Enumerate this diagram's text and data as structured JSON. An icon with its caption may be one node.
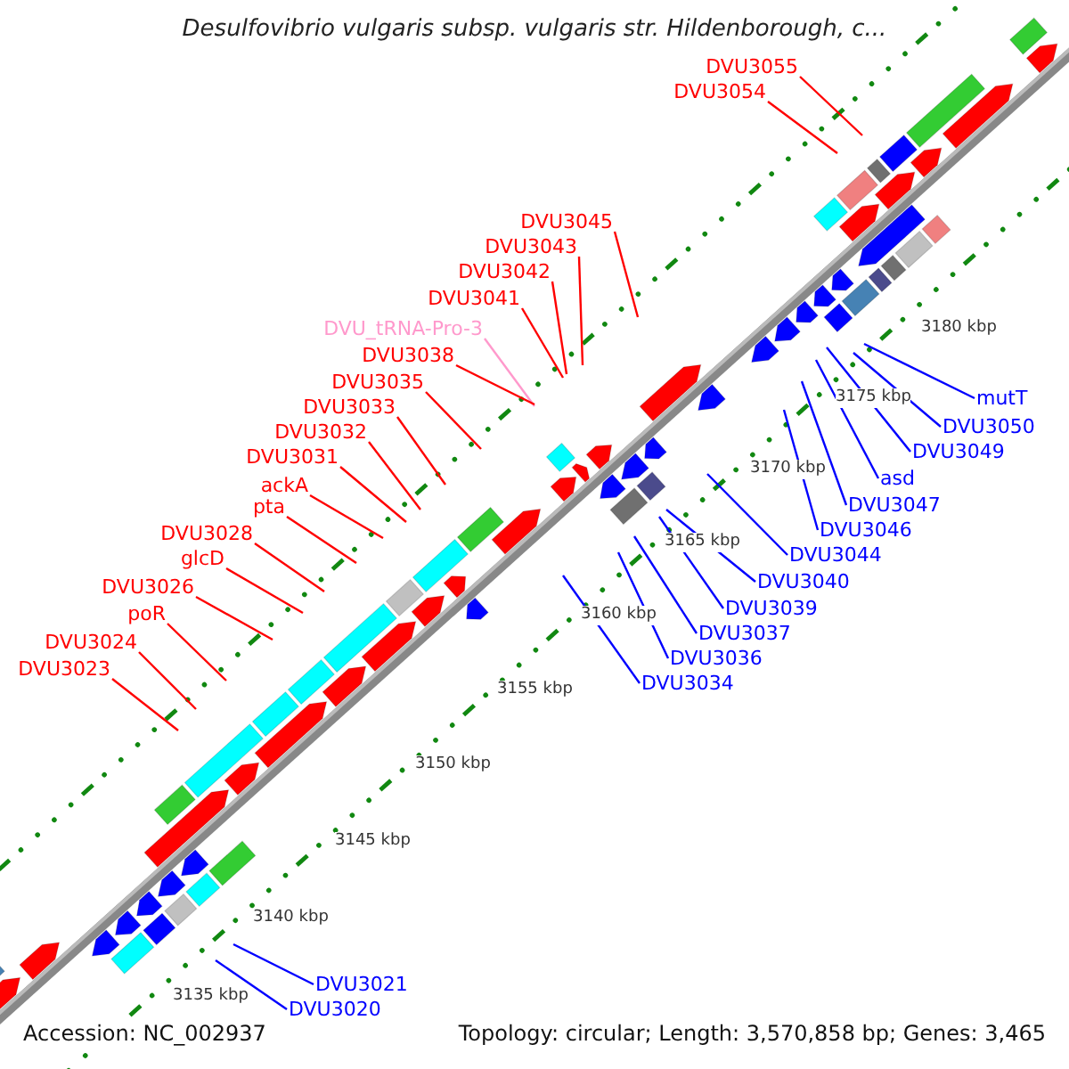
{
  "diagram": {
    "title": "Desulfovibrio vulgaris subsp. vulgaris str. Hildenborough, c...",
    "nodes": [
      {
        "text": [
          "DVU3055"
        ]
      },
      {
        "text": [
          "DVU3054"
        ]
      },
      {
        "text": [
          "DVU3045"
        ]
      },
      {
        "text": [
          "DVU3043"
        ]
      },
      {
        "text": [
          "DVU3042"
        ]
      },
      {
        "text": [
          "DVU3041"
        ]
      },
      {
        "text": [
          "DVU_tRNA-Pro-3"
        ]
      },
      {
        "text": [
          "DVU3038"
        ]
      },
      {
        "text": [
          "DVU3035"
        ]
      },
      {
        "text": [
          "DVU3033"
        ]
      },
      {
        "text": [
          "DVU3032"
        ]
      },
      {
        "text": [
          "DVU3031"
        ]
      },
      {
        "text": [
          "ackA"
        ]
      },
      {
        "text": [
          "pta"
        ]
      },
      {
        "text": [
          "DVU3028"
        ]
      },
      {
        "text": [
          "glcD"
        ]
      },
      {
        "text": [
          "DVU3026"
        ]
      },
      {
        "text": [
          "poR"
        ]
      },
      {
        "text": [
          "DVU3024"
        ]
      },
      {
        "text": [
          "DVU3023"
        ]
      },
      {
        "text": [
          "mutT"
        ]
      },
      {
        "text": [
          "DVU3050"
        ]
      },
      {
        "text": [
          "DVU3049"
        ]
      },
      {
        "text": [
          "asd"
        ]
      },
      {
        "text": [
          "DVU3047"
        ]
      },
      {
        "text": [
          "DVU3046"
        ]
      },
      {
        "text": [
          "DVU3044"
        ]
      },
      {
        "text": [
          "DVU3040"
        ]
      },
      {
        "text": [
          "DVU3039"
        ]
      },
      {
        "text": [
          "DVU3037"
        ]
      },
      {
        "text": [
          "DVU3036"
        ]
      },
      {
        "text": [
          "DVU3034"
        ]
      },
      {
        "text": [
          "DVU3021"
        ]
      },
      {
        "text": [
          "DVU3020"
        ]
      }
    ],
    "edges": [
      {
        "from": 0,
        "to": null,
        "arrow": "none"
      },
      {
        "from": 1,
        "to": null,
        "arrow": "none"
      },
      {
        "from": 2,
        "to": null,
        "arrow": "none"
      },
      {
        "from": 3,
        "to": null,
        "arrow": "none"
      },
      {
        "from": 4,
        "to": null,
        "arrow": "none"
      },
      {
        "from": 5,
        "to": null,
        "arrow": "none"
      },
      {
        "from": 6,
        "to": null,
        "arrow": "none",
        "color": "#ff99cc"
      },
      {
        "from": 7,
        "to": null,
        "arrow": "none"
      },
      {
        "from": 8,
        "to": null,
        "arrow": "none"
      },
      {
        "from": 9,
        "to": null,
        "arrow": "none"
      },
      {
        "from": 10,
        "to": null,
        "arrow": "none"
      },
      {
        "from": 11,
        "to": null,
        "arrow": "none"
      },
      {
        "from": 12,
        "to": null,
        "arrow": "none"
      },
      {
        "from": 13,
        "to": null,
        "arrow": "none"
      },
      {
        "from": 14,
        "to": null,
        "arrow": "none"
      },
      {
        "from": 15,
        "to": null,
        "arrow": "none"
      },
      {
        "from": 16,
        "to": null,
        "arrow": "none"
      },
      {
        "from": 17,
        "to": null,
        "arrow": "none"
      },
      {
        "from": 18,
        "to": null,
        "arrow": "none"
      },
      {
        "from": 19,
        "to": null,
        "arrow": "none"
      },
      {
        "from": 20,
        "to": null,
        "arrow": "none",
        "color": "#0000ff"
      },
      {
        "from": 21,
        "to": null,
        "arrow": "none",
        "color": "#0000ff"
      },
      {
        "from": 22,
        "to": null,
        "arrow": "none",
        "color": "#0000ff"
      },
      {
        "from": 23,
        "to": null,
        "arrow": "none",
        "color": "#0000ff"
      },
      {
        "from": 24,
        "to": null,
        "arrow": "none",
        "color": "#0000ff"
      },
      {
        "from": 25,
        "to": null,
        "arrow": "none",
        "color": "#0000ff"
      },
      {
        "from": 26,
        "to": null,
        "arrow": "none",
        "color": "#0000ff"
      },
      {
        "from": 27,
        "to": null,
        "arrow": "none",
        "color": "#0000ff"
      },
      {
        "from": 28,
        "to": null,
        "arrow": "none",
        "color": "#0000ff"
      },
      {
        "from": 29,
        "to": null,
        "arrow": "none",
        "color": "#0000ff"
      },
      {
        "from": 30,
        "to": null,
        "arrow": "none",
        "color": "#0000ff"
      },
      {
        "from": 31,
        "to": null,
        "arrow": "none",
        "color": "#0000ff"
      },
      {
        "from": 32,
        "to": null,
        "arrow": "none",
        "color": "#0000ff"
      },
      {
        "from": 33,
        "to": null,
        "arrow": "none",
        "color": "#0000ff"
      }
    ],
    "labels": [
      "3180 kbp",
      "3175 kbp",
      "3170 kbp",
      "3165 kbp",
      "3160 kbp",
      "3155 kbp",
      "3150 kbp",
      "3145 kbp",
      "3140 kbp",
      "3135 kbp",
      "Accession: NC_002937",
      "Topology: circular; Length: 3,570,858 bp; Genes: 3,465"
    ]
  }
}
